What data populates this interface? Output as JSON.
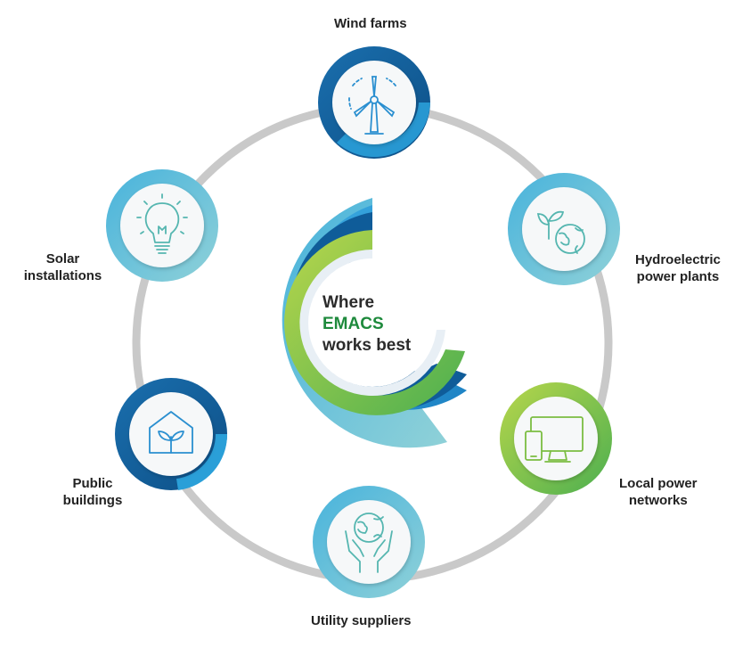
{
  "center": {
    "line1": "Where",
    "line2": "EMACS",
    "line3": "works best"
  },
  "nodes": {
    "wind": {
      "label": "Wind farms",
      "icon": "wind-turbine-icon"
    },
    "hydro": {
      "label1": "Hydroelectric",
      "label2": "power plants",
      "icon": "plant-globe-icon"
    },
    "local": {
      "label1": "Local power",
      "label2": "networks",
      "icon": "devices-icon"
    },
    "utility": {
      "label": "Utility suppliers",
      "icon": "hands-globe-icon"
    },
    "public": {
      "label1": "Public",
      "label2": "buildings",
      "icon": "house-plant-icon"
    },
    "solar": {
      "label1": "Solar",
      "label2": "installations",
      "icon": "light-bulb-icon"
    }
  },
  "colors": {
    "dark_blue": "#0f5c99",
    "mid_blue": "#2a9fd8",
    "light_teal": "#6cc3d5",
    "green": "#7bbd42",
    "dark_green": "#1e8a3c",
    "ring_grey": "#c9c9c9",
    "icon_blue": "#2a8fd0",
    "icon_teal": "#55b6b0"
  }
}
